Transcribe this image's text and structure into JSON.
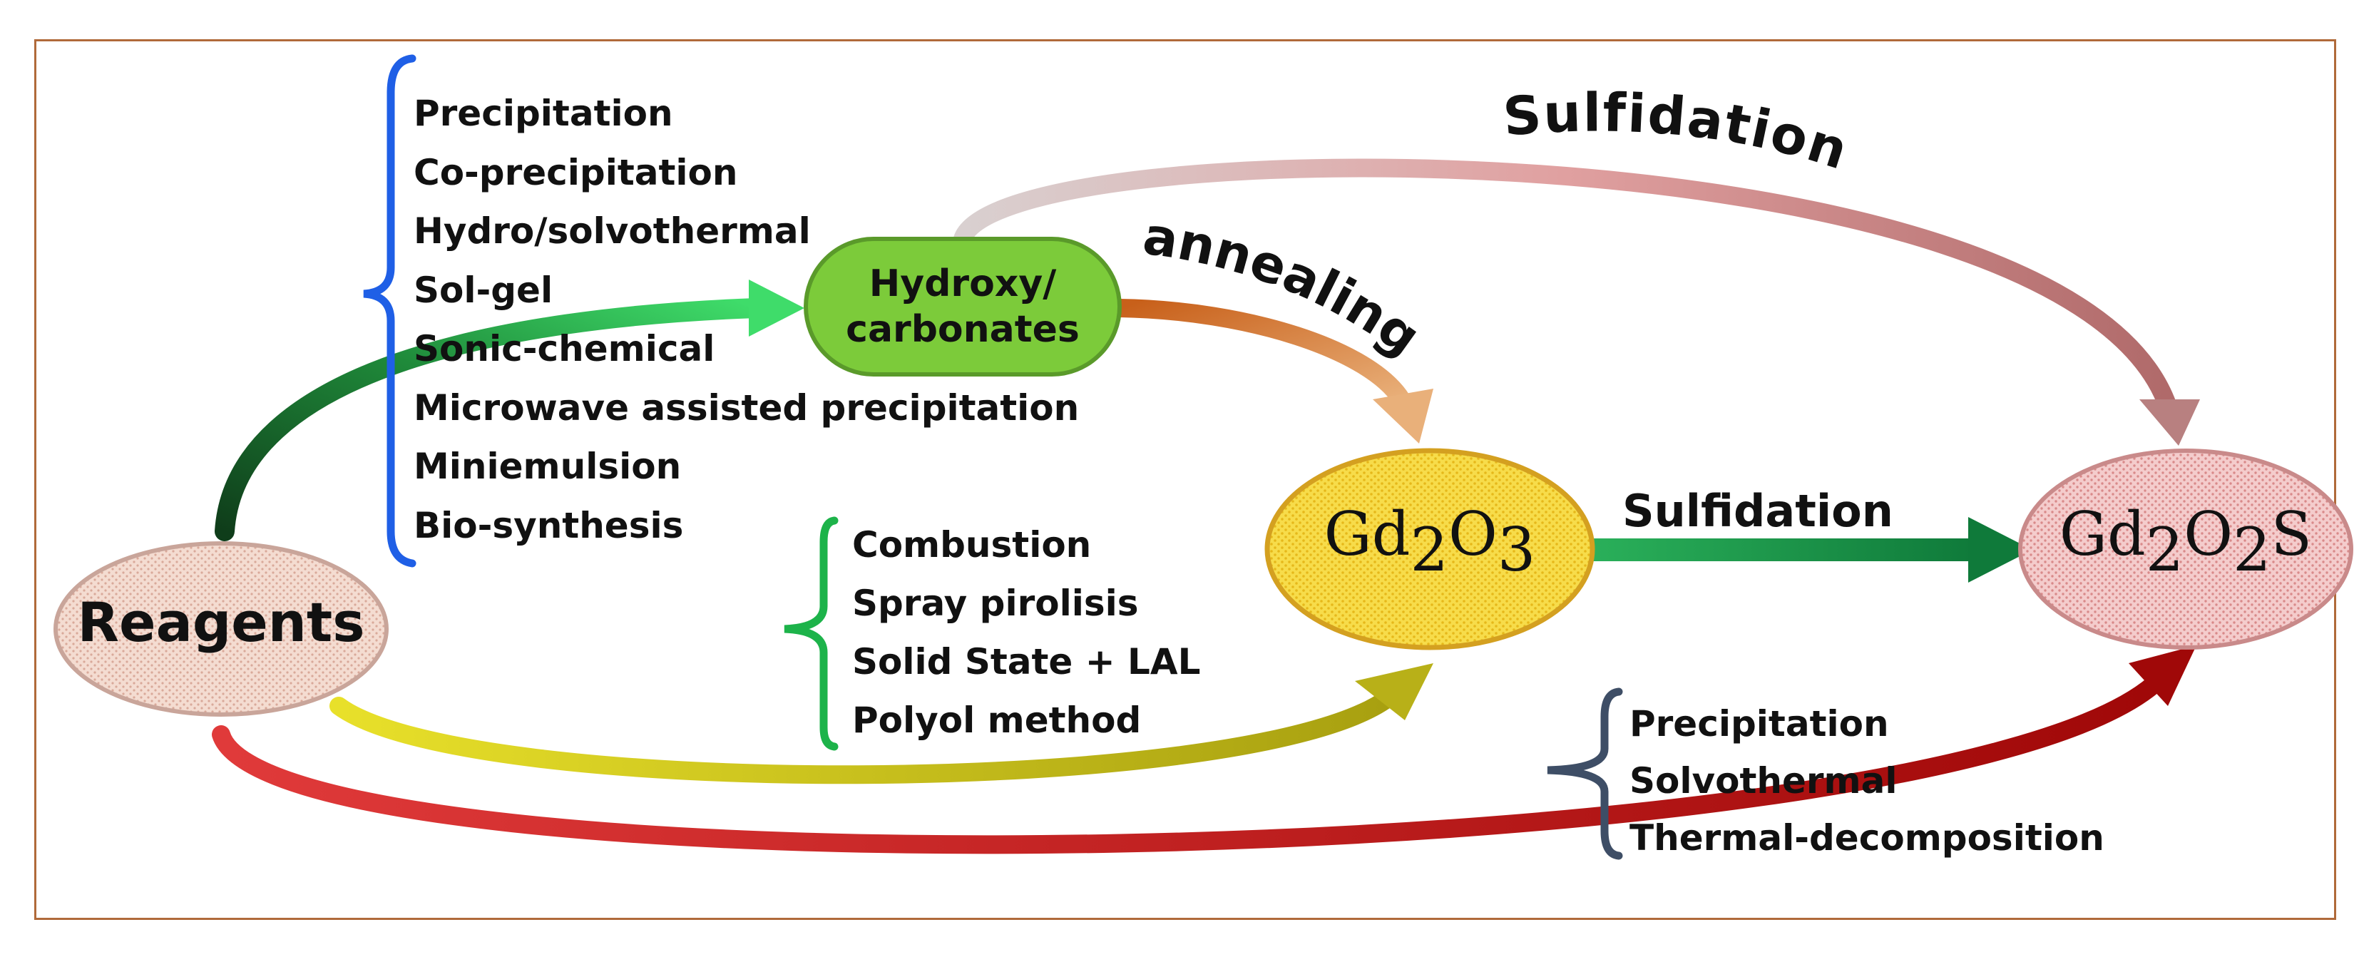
{
  "colors": {
    "frame": "#b06a3a",
    "brace_top": "#1f5fe6",
    "brace_mid": "#1db34a",
    "brace_bottom": "#3e4e66",
    "arrow_reagents_hydroxy": "#1a5a2a",
    "arrow_annealing": "#c8753a",
    "arrow_top_sulfidation": "#d49a9a",
    "arrow_reagents_gd2o3": "#c8c41a",
    "arrow_reagents_gd2o2s": "#c01818",
    "arrow_gd2o3_gd2o2s": "#1a9a4a",
    "node_reagents": "#f2d3c6",
    "node_hydroxy": "#7ccb3a",
    "node_gd2o3": "#f5d23a",
    "node_gd2o2s": "#f1c2c2"
  },
  "nodes": {
    "reagents": "Reagents",
    "hydroxy_line1": "Hydroxy/",
    "hydroxy_line2": "carbonates",
    "gd2o3": {
      "el1": "Gd",
      "sub1": "2",
      "el2": "O",
      "sub2": "3"
    },
    "gd2o2s": {
      "el1": "Gd",
      "sub1": "2",
      "el2": "O",
      "sub2": "2",
      "el3": "S"
    }
  },
  "edges": {
    "annealing": "annealing",
    "sulfidation_top": "Sulfidation",
    "sulfidation_mid": "Sulfidation"
  },
  "methods_hydroxy": [
    "Precipitation",
    "Co-precipitation",
    "Hydro/solvothermal",
    "Sol-gel",
    "Sonic-chemical",
    "Microwave assisted precipitation",
    "Miniemulsion",
    "Bio-synthesis"
  ],
  "methods_gd2o3": [
    "Combustion",
    "Spray pirolisis",
    "Solid State + LAL",
    "Polyol method"
  ],
  "methods_gd2o2s": [
    "Precipitation",
    "Solvothermal",
    "Thermal-decomposition"
  ]
}
